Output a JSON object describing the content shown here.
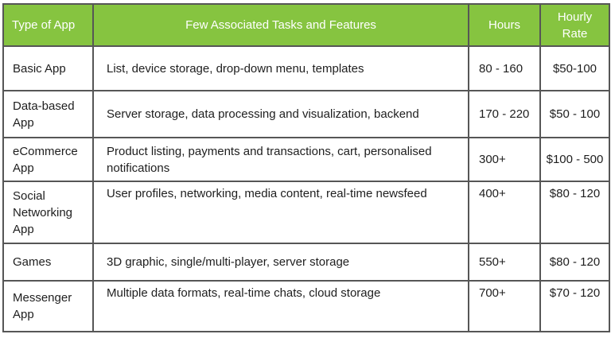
{
  "table": {
    "headers": {
      "type": "Type of App",
      "features": "Few Associated Tasks and Features",
      "hours": "Hours",
      "rate": "Hourly Rate"
    },
    "rows": [
      {
        "type": "Basic App",
        "features": "List, device storage, drop-down menu, templates",
        "hours": "80 - 160",
        "rate": "$50-100"
      },
      {
        "type": "Data-based App",
        "features": "Server storage, data processing and visualization, backend",
        "hours": "170 - 220",
        "rate": "$50 - 100"
      },
      {
        "type": "eCommerce App",
        "features": "Product listing, payments and transactions, cart, personalised notifications",
        "hours": "300+",
        "rate": "$100 - 500"
      },
      {
        "type": "Social Networking App",
        "features": "User profiles, networking, media content, real-time newsfeed",
        "hours": "400+",
        "rate": "$80 - 120"
      },
      {
        "type": "Games",
        "features": "3D graphic, single/multi-player, server storage",
        "hours": "550+",
        "rate": "$80 - 120"
      },
      {
        "type": "Messenger App",
        "features": "Multiple data formats, real-time chats, cloud storage",
        "hours": "700+",
        "rate": "$70 - 120"
      }
    ],
    "colors": {
      "header_bg": "#86c440",
      "header_text": "#ffffff",
      "border": "#565656",
      "body_text": "#1e1e1e"
    }
  }
}
